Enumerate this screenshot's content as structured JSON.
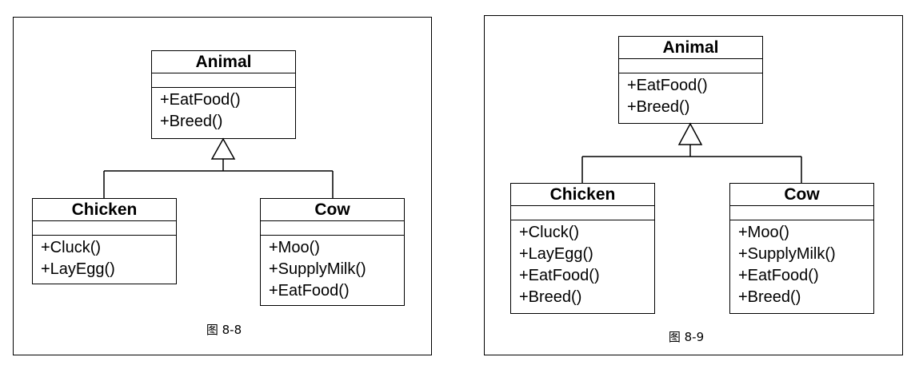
{
  "figures": [
    {
      "caption": "图 8-8",
      "classes": {
        "animal": {
          "name": "Animal",
          "ops": [
            "+EatFood()",
            "+Breed()"
          ]
        },
        "chicken": {
          "name": "Chicken",
          "ops": [
            "+Cluck()",
            "+LayEgg()"
          ]
        },
        "cow": {
          "name": "Cow",
          "ops": [
            "+Moo()",
            "+SupplyMilk()",
            "+EatFood()"
          ]
        }
      }
    },
    {
      "caption": "图 8-9",
      "classes": {
        "animal": {
          "name": "Animal",
          "ops": [
            "+EatFood()",
            "+Breed()"
          ]
        },
        "chicken": {
          "name": "Chicken",
          "ops": [
            "+Cluck()",
            "+LayEgg()",
            "+EatFood()",
            "+Breed()"
          ]
        },
        "cow": {
          "name": "Cow",
          "ops": [
            "+Moo()",
            "+SupplyMilk()",
            "+EatFood()",
            "+Breed()"
          ]
        }
      }
    }
  ]
}
